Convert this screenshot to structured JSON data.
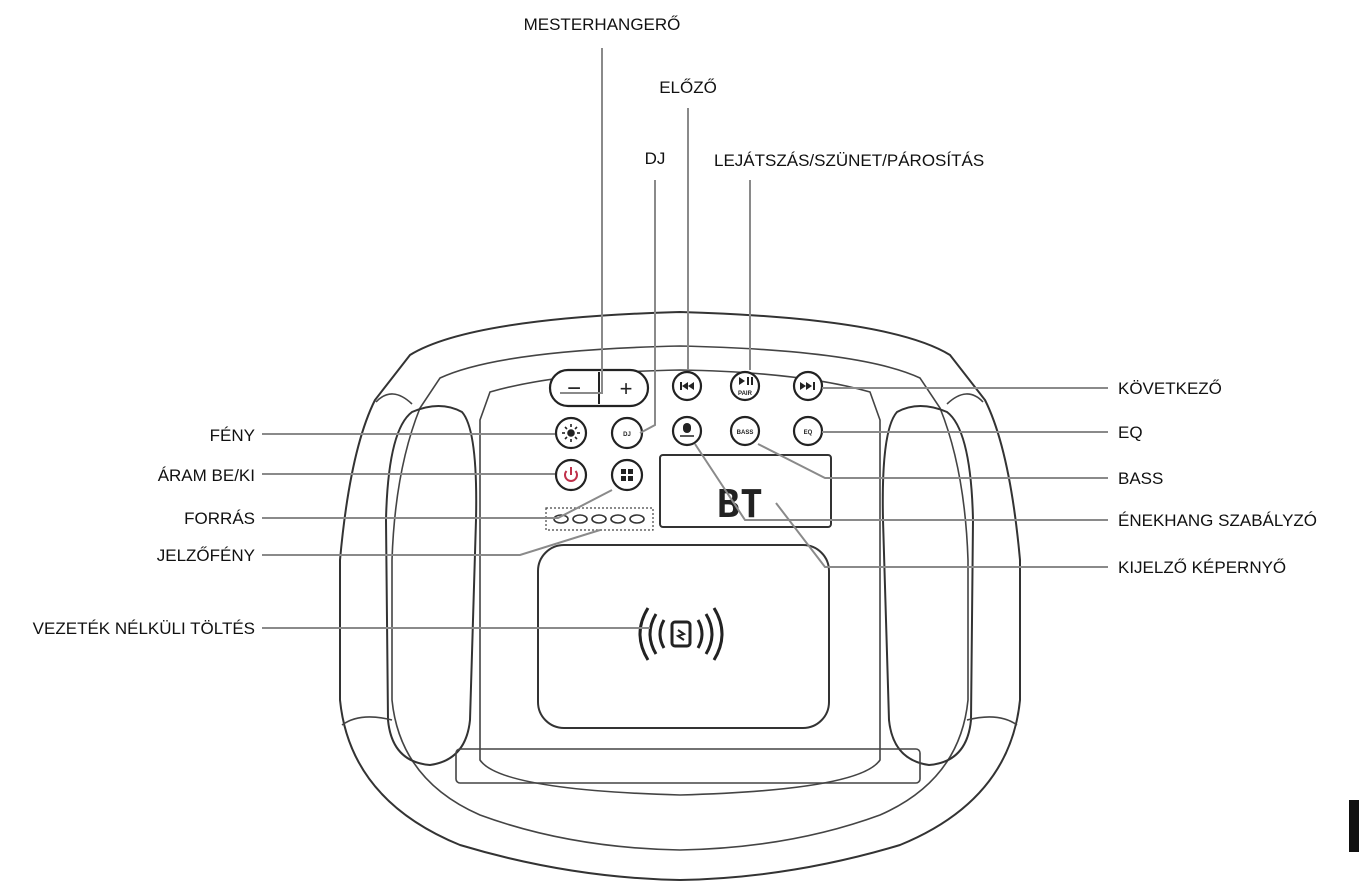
{
  "labels": {
    "master_volume": "MESTERHANGERŐ",
    "previous": "ELŐZŐ",
    "dj": "DJ",
    "play_pause_pair": "LEJÁTSZÁS/SZÜNET/PÁROSÍTÁS",
    "next": "KÖVETKEZŐ",
    "light": "FÉNY",
    "eq": "EQ",
    "power": "ÁRAM BE/KI",
    "bass": "BASS",
    "source": "FORRÁS",
    "vocal_control": "ÉNEKHANG SZABÁLYZÓ",
    "indicator_light": "JELZŐFÉNY",
    "display_screen": "KIJELZŐ KÉPERNYŐ",
    "wireless_charging": "VEZETÉK NÉLKÜLI TÖLTÉS"
  },
  "buttons": {
    "volume_down": "−",
    "volume_up": "+",
    "dj": "DJ",
    "bass": "BASS",
    "eq": "EQ",
    "play_pause_text": "PAIR"
  },
  "display": {
    "text": "BT"
  },
  "icons": {
    "previous": "skip-previous-icon",
    "play_pause": "play-pause-icon",
    "next": "skip-next-icon",
    "light": "sun-icon",
    "power": "power-icon",
    "source": "source-icon",
    "vocal": "microphone-icon",
    "wireless_charging": "wireless-charging-icon"
  },
  "colors": {
    "power_accent": "#c0304a"
  }
}
